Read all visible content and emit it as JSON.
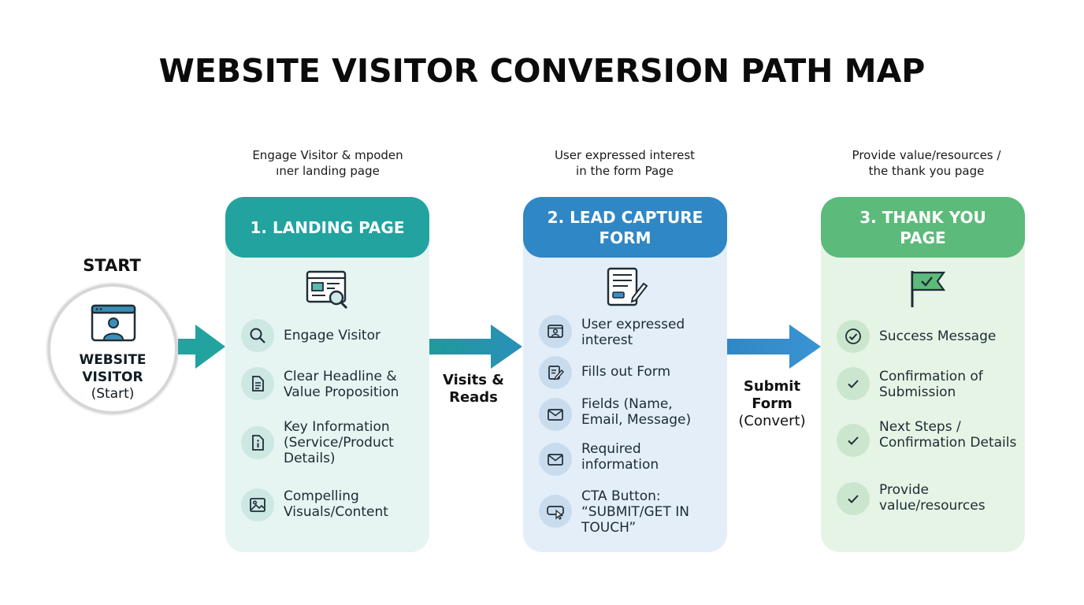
{
  "title": "WEBSITE VISITOR CONVERSION PATH MAP",
  "colors": {
    "teal": "#22a39f",
    "blue": "#2f87c6",
    "green": "#5cba7a",
    "card_teal": "#e6f4f2",
    "card_blue": "#e3eef8",
    "card_green": "#e6f4e6"
  },
  "start": {
    "label": "START",
    "name_line1": "WEBSITE",
    "name_line2": "VISITOR",
    "sub": "(Start)",
    "icon": "user-browser-icon"
  },
  "stages": [
    {
      "caption": [
        "Engage Visitor & mpoden",
        "ıner landing page"
      ],
      "header": "1. LANDING PAGE",
      "icon": "webpage-search-icon",
      "items": [
        {
          "icon": "search-icon",
          "lines": [
            "Engage Visitor"
          ]
        },
        {
          "icon": "document-icon",
          "lines": [
            "Clear Headline &",
            "Value Proposition"
          ]
        },
        {
          "icon": "info-icon",
          "lines": [
            "Key Information",
            "(Service/Product",
            "Details)"
          ]
        },
        {
          "icon": "image-icon",
          "lines": [
            "Compelling",
            "Visuals/Content"
          ]
        }
      ]
    },
    {
      "caption": [
        "User expressed interest",
        "in the form Page"
      ],
      "header": "2. LEAD CAPTURE FORM",
      "icon": "form-edit-icon",
      "items": [
        {
          "icon": "user-card-icon",
          "lines": [
            "User expressed",
            "interest"
          ]
        },
        {
          "icon": "edit-form-icon",
          "lines": [
            "Fills out Form"
          ]
        },
        {
          "icon": "envelope-icon",
          "lines": [
            "Fields (Name,",
            "Email, Message)"
          ]
        },
        {
          "icon": "envelope-icon",
          "lines": [
            "Required",
            "information"
          ]
        },
        {
          "icon": "click-button-icon",
          "lines": [
            "CTA Button:",
            "“SUBMIT/GET IN",
            "TOUCH”"
          ]
        }
      ]
    },
    {
      "caption": [
        "Provide value/resources /",
        "the thank you page"
      ],
      "header": "3. THANK YOU PAGE",
      "icon": "flag-check-icon",
      "items": [
        {
          "icon": "check-circle-icon",
          "lines": [
            "Success Message"
          ]
        },
        {
          "icon": "check-icon",
          "lines": [
            "Confirmation of",
            "Submission"
          ]
        },
        {
          "icon": "check-icon",
          "lines": [
            "Next Steps /",
            "Confirmation Details"
          ]
        },
        {
          "icon": "check-icon",
          "lines": [
            "Provide",
            "value/resources"
          ]
        }
      ]
    }
  ],
  "transitions": [
    {
      "bold_line1": "Visits &",
      "bold_line2": "Reads"
    },
    {
      "bold_line1": "Submit",
      "bold_line2": "Form",
      "plain": "(Convert)"
    }
  ]
}
